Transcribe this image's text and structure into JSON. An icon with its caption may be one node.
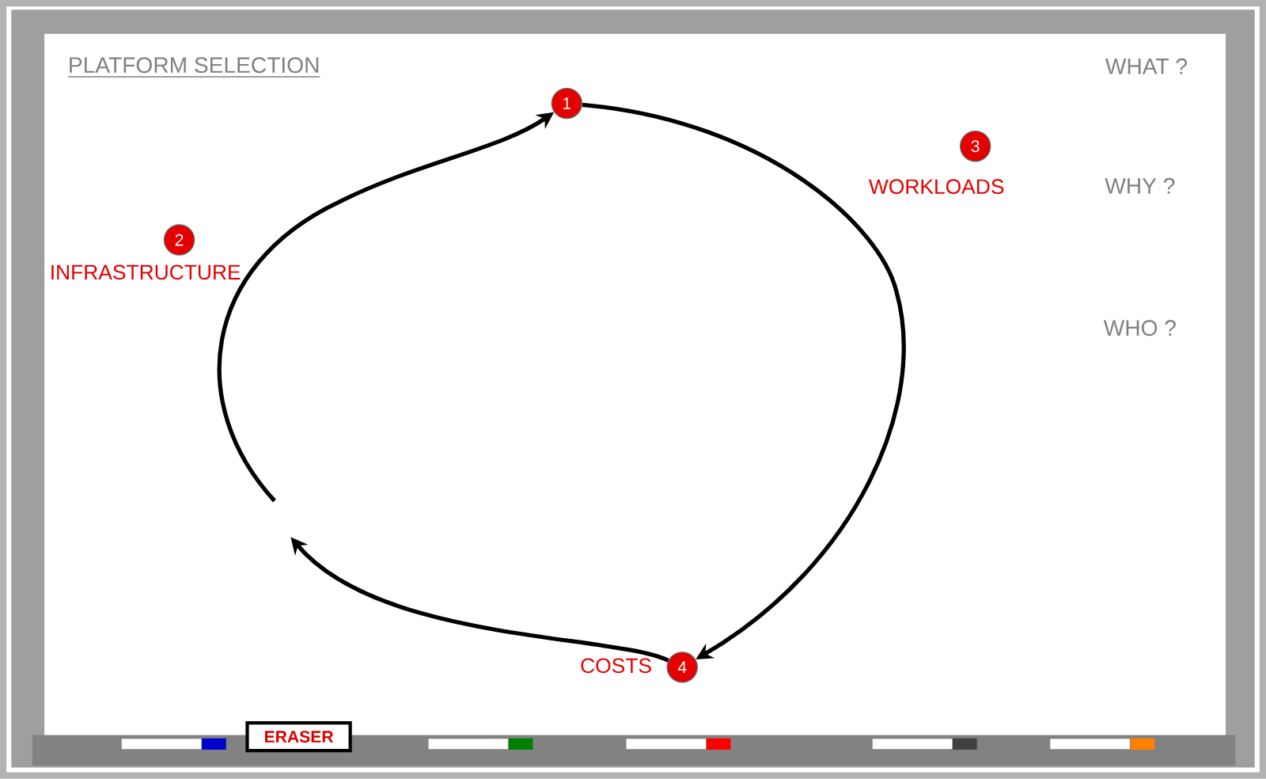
{
  "diagram": {
    "title": "PLATFORM SELECTION",
    "nodes": [
      {
        "text": [
          "1"
        ]
      },
      {
        "text": [
          "2"
        ],
        "beside": [
          "INFRASTRUCTURE"
        ]
      },
      {
        "text": [
          "3"
        ],
        "beside": [
          "WORKLOADS"
        ]
      },
      {
        "text": [
          "4"
        ],
        "beside": [
          "COSTS"
        ]
      }
    ],
    "edges": [
      {
        "from": 0,
        "to": 3,
        "arrow": "to"
      },
      {
        "from": 3,
        "to": null,
        "arrow": "to"
      },
      {
        "from": null,
        "to": 0,
        "arrow": "to"
      }
    ],
    "labels": [
      "WHAT ?",
      "WHY ?",
      "WHO ?",
      "ERASER"
    ]
  }
}
